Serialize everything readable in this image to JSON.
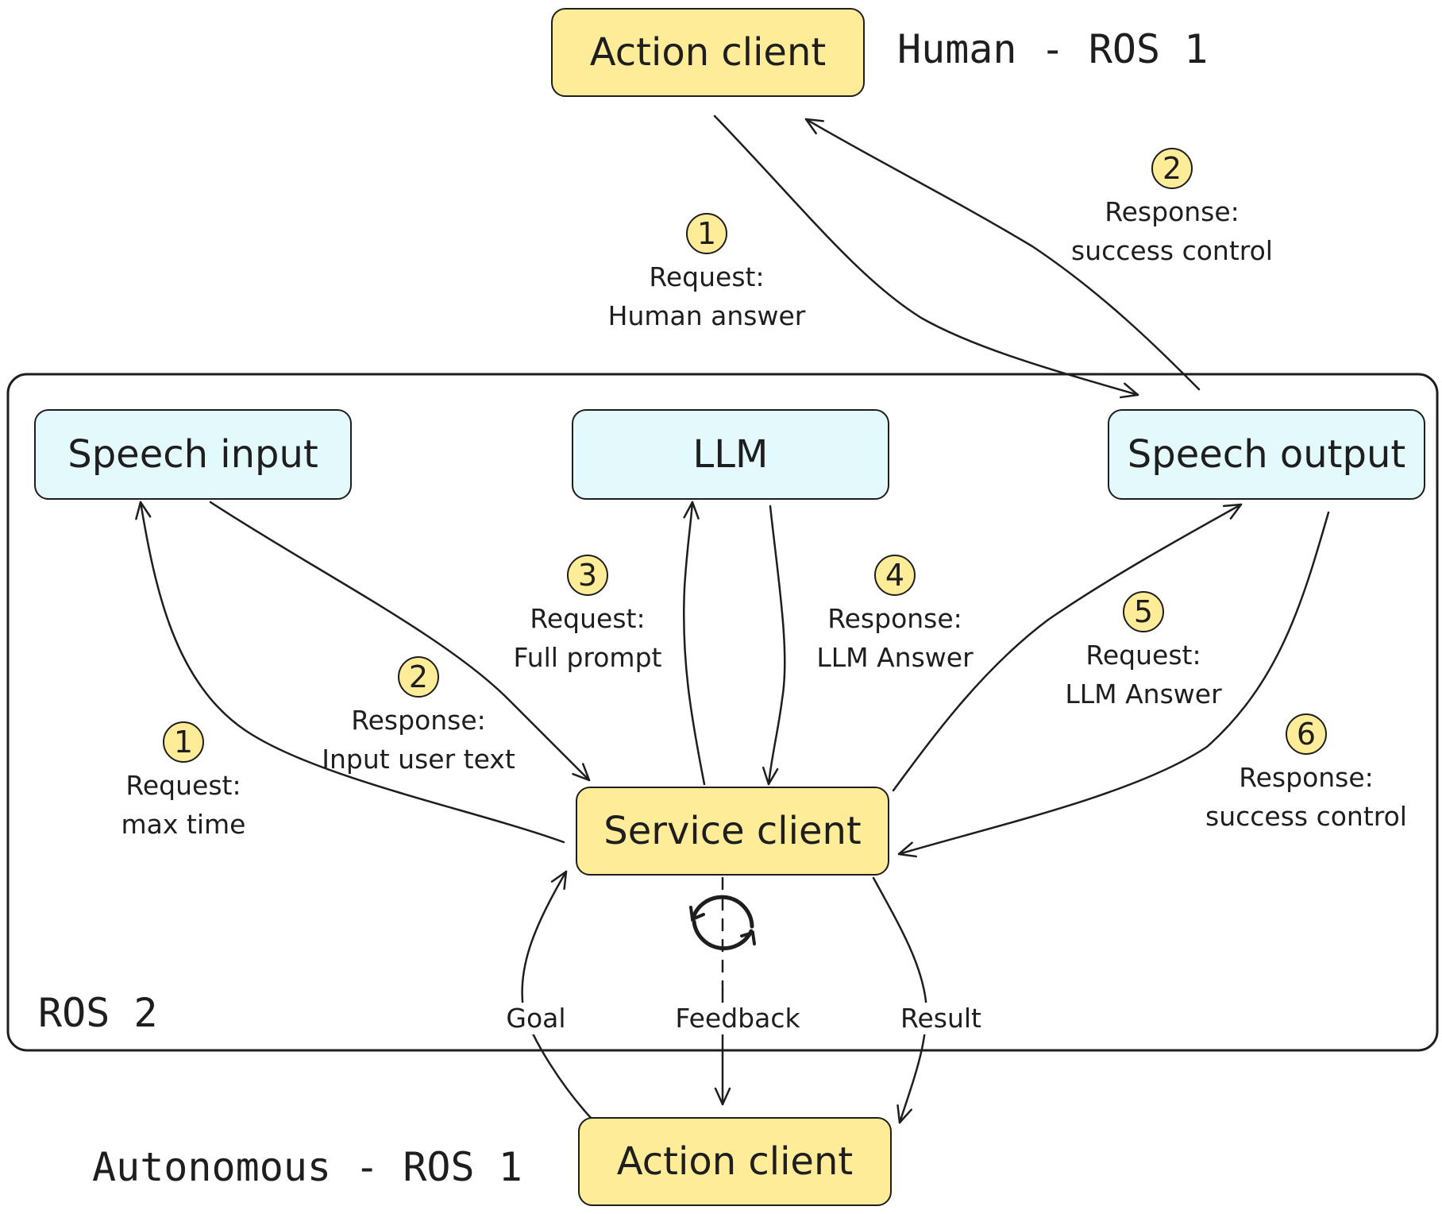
{
  "colors": {
    "yellow": "#ffec99",
    "cyan": "#e3f9fc",
    "stroke": "#1e1e1e"
  },
  "groups": {
    "ros2": "ROS 2",
    "human": "Human - ROS 1",
    "autonomous": "Autonomous - ROS 1"
  },
  "nodes": {
    "action_client_top": "Action client",
    "speech_input": "Speech input",
    "llm": "LLM",
    "speech_output": "Speech output",
    "service_client": "Service client",
    "action_client_bottom": "Action client"
  },
  "steps": {
    "top_1": {
      "num": "1",
      "line1": "Request:",
      "line2": "Human answer"
    },
    "top_2": {
      "num": "2",
      "line1": "Response:",
      "line2": "success control"
    },
    "s1": {
      "num": "1",
      "line1": "Request:",
      "line2": "max time"
    },
    "s2": {
      "num": "2",
      "line1": "Response:",
      "line2": "Input user text"
    },
    "s3": {
      "num": "3",
      "line1": "Request:",
      "line2": "Full prompt"
    },
    "s4": {
      "num": "4",
      "line1": "Response:",
      "line2": "LLM Answer"
    },
    "s5": {
      "num": "5",
      "line1": "Request:",
      "line2": "LLM Answer"
    },
    "s6": {
      "num": "6",
      "line1": "Response:",
      "line2": "success control"
    }
  },
  "action_links": {
    "goal": "Goal",
    "feedback": "Feedback",
    "result": "Result"
  },
  "icons": {
    "loop": "refresh-icon"
  }
}
